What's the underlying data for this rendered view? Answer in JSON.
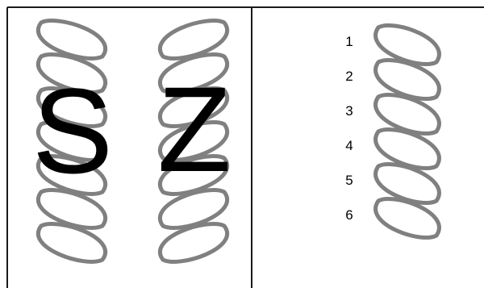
{
  "left_panel": {
    "s_twist": {
      "letter": "S",
      "stroke_color": "#808080"
    },
    "z_twist": {
      "letter": "Z",
      "stroke_color": "#808080"
    }
  },
  "right_panel": {
    "stroke_color": "#808080",
    "fill_color": "#a4a8ff",
    "plies": [
      {
        "label": "1",
        "filled": true
      },
      {
        "label": "2",
        "filled": false
      },
      {
        "label": "3",
        "filled": true
      },
      {
        "label": "4",
        "filled": false
      },
      {
        "label": "5",
        "filled": true
      },
      {
        "label": "6",
        "filled": false
      }
    ]
  },
  "colors": {
    "background": "#ffffff",
    "border": "#1a1a1a",
    "text": "#000000"
  }
}
